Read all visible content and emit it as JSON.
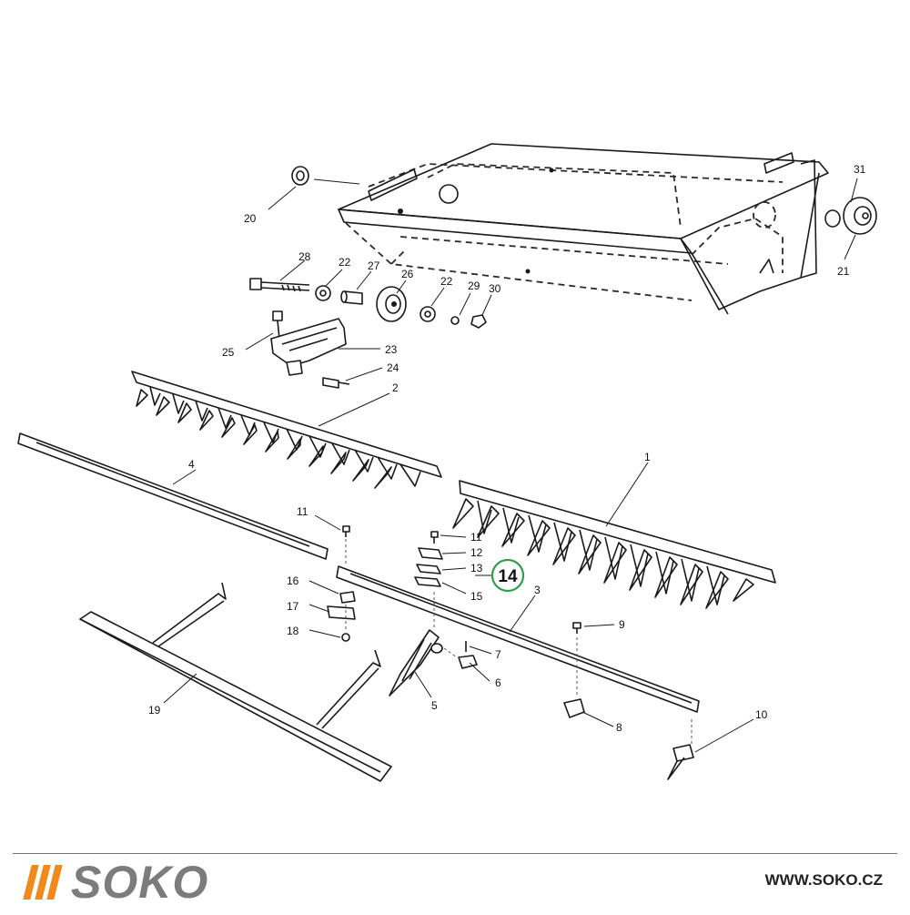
{
  "diagram": {
    "callouts": [
      "20",
      "28",
      "22",
      "27",
      "26",
      "22",
      "29",
      "30",
      "31",
      "21",
      "25",
      "23",
      "24",
      "2",
      "4",
      "1",
      "11",
      "11",
      "12",
      "13",
      "15",
      "3",
      "16",
      "17",
      "18",
      "9",
      "7",
      "6",
      "5",
      "8",
      "19",
      "10"
    ],
    "highlight_label": "14",
    "highlight_color": "#2e9e4a"
  },
  "footer": {
    "brand": "SOKO",
    "website": "WWW.SOKO.CZ",
    "accent_color": "#f08a1c",
    "brand_color": "#7c7c7c"
  }
}
